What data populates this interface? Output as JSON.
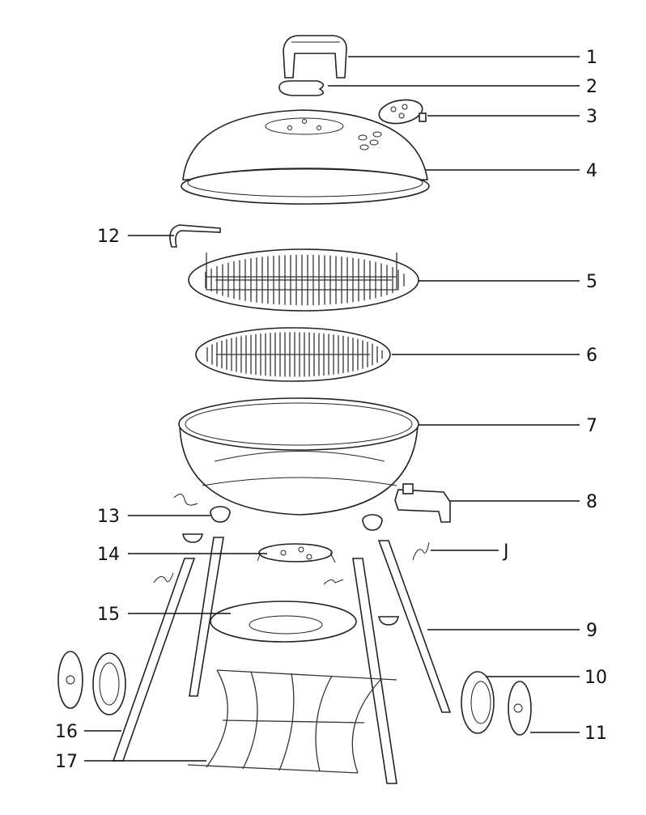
{
  "diagram": {
    "title": "Charcoal kettle grill exploded parts diagram",
    "callouts": [
      {
        "id": "1",
        "part": "lid-handle"
      },
      {
        "id": "2",
        "part": "handle-heat-shield"
      },
      {
        "id": "3",
        "part": "lid-vent"
      },
      {
        "id": "4",
        "part": "lid"
      },
      {
        "id": "5",
        "part": "cooking-grate"
      },
      {
        "id": "6",
        "part": "charcoal-grate"
      },
      {
        "id": "7",
        "part": "bowl"
      },
      {
        "id": "8",
        "part": "bowl-handle"
      },
      {
        "id": "9",
        "part": "leg"
      },
      {
        "id": "10",
        "part": "wheel"
      },
      {
        "id": "11",
        "part": "hubcap"
      },
      {
        "id": "12",
        "part": "lid-hook"
      },
      {
        "id": "13",
        "part": "leg-socket"
      },
      {
        "id": "14",
        "part": "bottom-vent"
      },
      {
        "id": "15",
        "part": "ash-tray"
      },
      {
        "id": "16",
        "part": "front-leg"
      },
      {
        "id": "17",
        "part": "bottom-shelf"
      },
      {
        "id": "J",
        "part": "leg-clip"
      }
    ]
  }
}
